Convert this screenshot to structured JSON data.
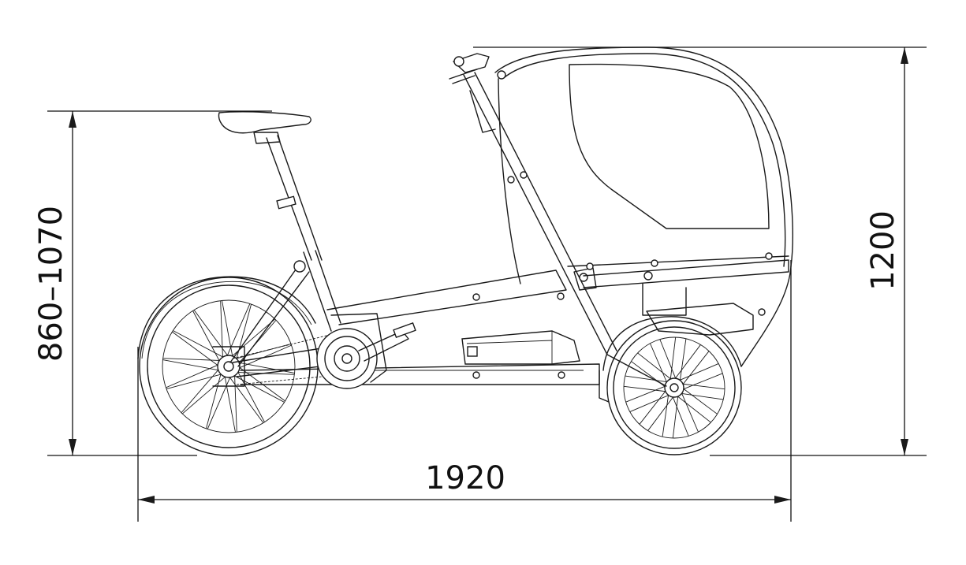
{
  "dimensions": {
    "seat_height": "860–1070",
    "total_height": "1200",
    "total_length": "1920"
  },
  "unit_hint": "",
  "colors": {
    "line": "#1a1a1a",
    "background": "#ffffff"
  }
}
